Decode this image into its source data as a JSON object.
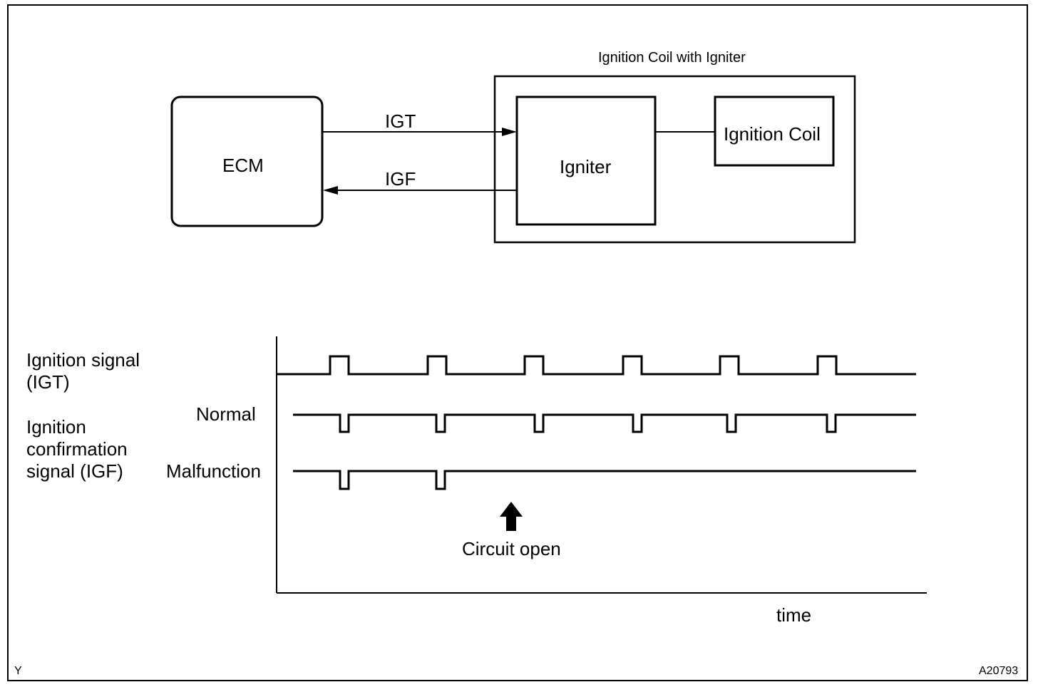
{
  "blocks": {
    "ecm": "ECM",
    "module_title": "Ignition Coil with Igniter",
    "igniter": "Igniter",
    "coil": "Ignition Coil"
  },
  "signals": {
    "igt": "IGT",
    "igf": "IGF"
  },
  "timing": {
    "igt_label_line1": "Ignition signal",
    "igt_label_line2": "(IGT)",
    "igf_label_line1": "Ignition",
    "igf_label_line2": "confirmation",
    "igf_label_line3": "signal (IGF)",
    "normal_label": "Normal",
    "malfunction_label": "Malfunction",
    "circuit_open_label": "Circuit open",
    "time_label": "time"
  },
  "footer": {
    "left_mark": "Y",
    "figure_id": "A20793"
  }
}
